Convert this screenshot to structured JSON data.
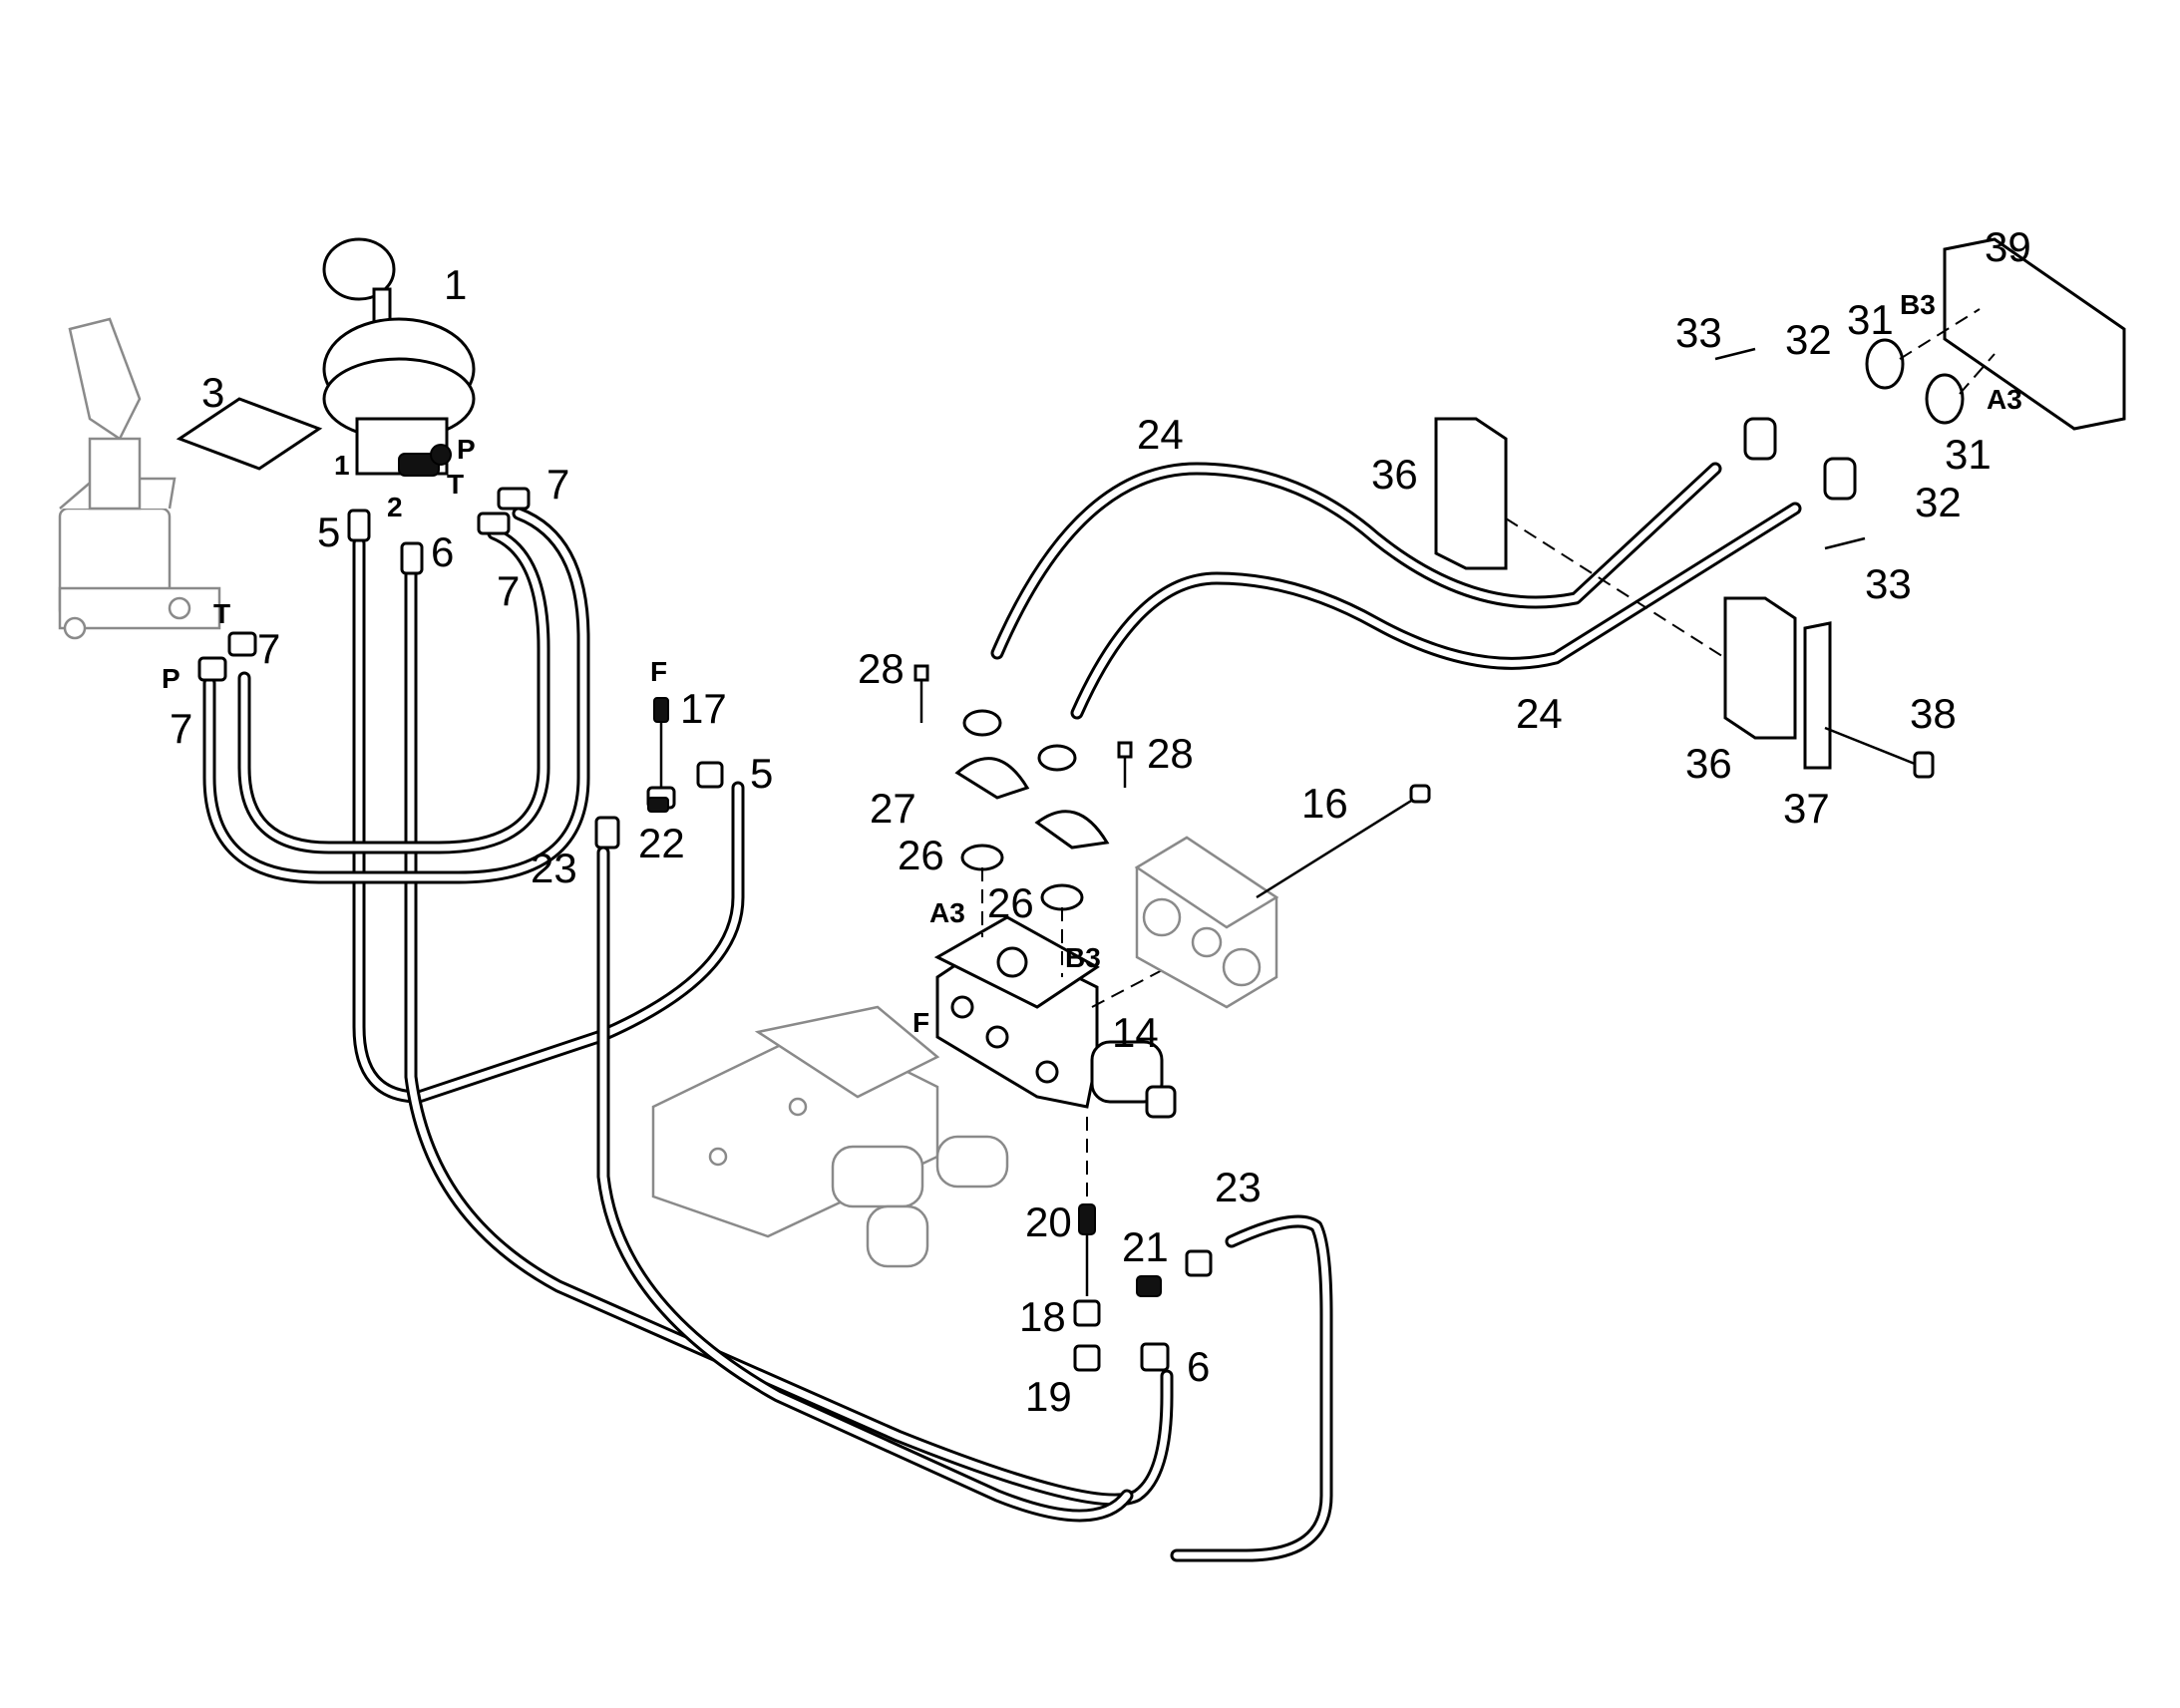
{
  "callouts": {
    "c1": "1",
    "c3": "3",
    "c5a": "5",
    "c5b": "5",
    "c6a": "6",
    "c6b": "6",
    "c7a": "7",
    "c7b": "7",
    "c7c": "7",
    "c7d": "7",
    "c14": "14",
    "c16": "16",
    "c17": "17",
    "c18": "18",
    "c19": "19",
    "c20": "20",
    "c21": "21",
    "c22": "22",
    "c23a": "23",
    "c23b": "23",
    "c24a": "24",
    "c24b": "24",
    "c26a": "26",
    "c26b": "26",
    "c27": "27",
    "c28a": "28",
    "c28b": "28",
    "c31a": "31",
    "c31b": "31",
    "c32a": "32",
    "c32b": "32",
    "c33a": "33",
    "c33b": "33",
    "c36a": "36",
    "c36b": "36",
    "c37": "37",
    "c38": "38",
    "c39": "39"
  },
  "ports": {
    "p1": "1",
    "p2": "2",
    "pP1": "P",
    "pT1": "T",
    "pT2": "T",
    "pP2": "P",
    "pF1": "F",
    "pF2": "F",
    "pA3a": "A3",
    "pB3a": "B3",
    "pB3b": "B3",
    "pA3b": "A3"
  }
}
